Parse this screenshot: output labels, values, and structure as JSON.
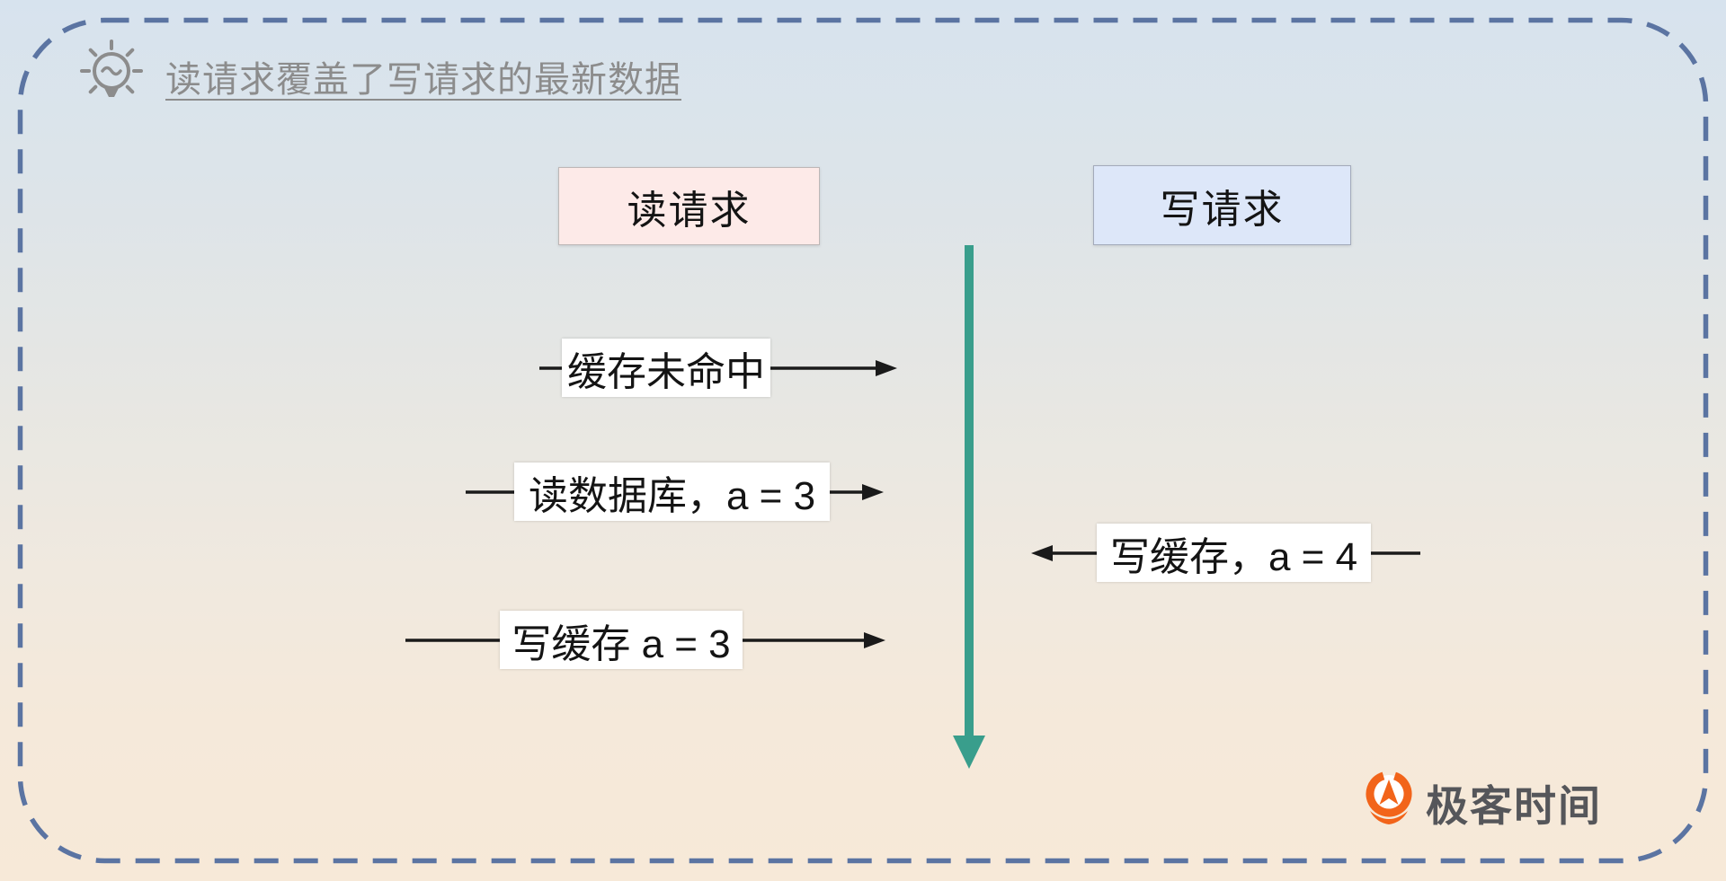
{
  "hint": {
    "icon": "lightbulb-icon",
    "text": "读请求覆盖了写请求的最新数据"
  },
  "actors": [
    {
      "id": "read",
      "label": "读请求"
    },
    {
      "id": "write",
      "label": "写请求"
    }
  ],
  "timeline": {
    "description": "time-axis-arrow",
    "direction": "down"
  },
  "messages": [
    {
      "label": "缓存未命中",
      "from": "read",
      "direction": "right"
    },
    {
      "label": "读数据库，a = 3",
      "from": "read",
      "direction": "right"
    },
    {
      "label": "写缓存，a = 4",
      "from": "write",
      "direction": "left"
    },
    {
      "label": "写缓存 a = 3",
      "from": "read",
      "direction": "right"
    }
  ],
  "logo": {
    "icon": "geektime-logo-icon",
    "brand": "极客时间"
  },
  "colors": {
    "background_top": "#D7E3EE",
    "background_bottom": "#F7E9D8",
    "dashed_border": "#5B74A2",
    "timeline_arrow": "#399E8C",
    "read_actor_bg": "#FDEAE8",
    "write_actor_bg": "#DDE7F9",
    "message_label_bg": "#FFFFFF",
    "message_line": "#1A1A1A",
    "hint_text": "#8C8C8C",
    "logo_orange": "#F2641A",
    "logo_text": "#55565A"
  }
}
